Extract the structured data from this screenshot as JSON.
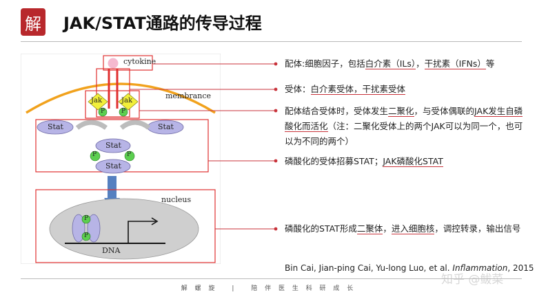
{
  "header": {
    "logo_char": "解",
    "title": "JAK/STAT通路的传导过程"
  },
  "figure": {
    "cytokine": "cytokine",
    "membrance": "membrance",
    "jak": "Jak",
    "p": "P",
    "stat": "Stat",
    "nucleus": "nucleus",
    "dna": "DNA"
  },
  "annotations": [
    {
      "parts": [
        {
          "t": "配体:细胞因子，包括"
        },
        {
          "t": "白介素（ILs）",
          "u": true
        },
        {
          "t": "，"
        },
        {
          "t": "干扰素（IFNs）",
          "u": true
        },
        {
          "t": "等"
        }
      ]
    },
    {
      "parts": [
        {
          "t": "受体："
        },
        {
          "t": "白介素受体，干扰素受体",
          "u": true
        }
      ]
    },
    {
      "parts": [
        {
          "t": "配体结合受体时，受体发生"
        },
        {
          "t": "二聚化",
          "u": true
        },
        {
          "t": "，与受体偶联的"
        },
        {
          "t": "JAK发生自磷酸化而活化",
          "u": true
        },
        {
          "t": "（注：二聚化受体上的两个JAK可以为同一个，也可以为不同的两个）"
        }
      ]
    },
    {
      "parts": [
        {
          "t": "磷酸化的受体招募STAT；"
        },
        {
          "t": "JAK磷酸化STAT",
          "u": true
        }
      ]
    },
    {
      "parts": [
        {
          "t": "磷酸化的STAT形成"
        },
        {
          "t": "二聚体",
          "u": true
        },
        {
          "t": "，"
        },
        {
          "t": "进入细胞核",
          "u": true
        },
        {
          "t": "，调控转录，输出信号"
        }
      ]
    }
  ],
  "citation": {
    "authors": "Bin Cai, Jian-ping Cai, Yu-long Luo, et al. ",
    "journal": "Inflammation",
    "year": ", 2015"
  },
  "footer": {
    "brand": "解 螺 旋",
    "separator": "|",
    "slogan": "陪 伴 医 生 科 研 成 长"
  },
  "watermark": "知乎 @鲅菜",
  "colors": {
    "accent_red": "#c8323a",
    "receptor_red": "#e03030",
    "jak_yellow": "#f2ef3a",
    "phospho_green": "#5ccf4f",
    "stat_lavender": "#b7b4e6",
    "membrane_orange": "#f1a21d",
    "nucleus_gray": "#cfcfcf",
    "arrow_blue": "#5580c0"
  }
}
